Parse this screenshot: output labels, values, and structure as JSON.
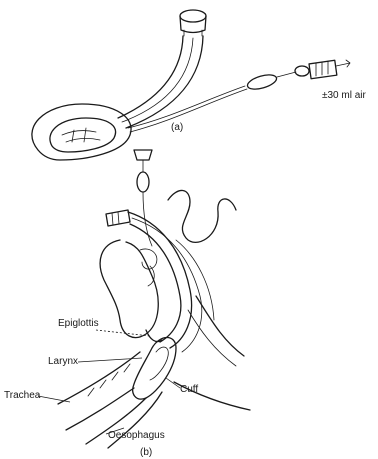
{
  "panel_a": {
    "caption": "(a)",
    "air_label": "±30 ml air"
  },
  "panel_b": {
    "caption": "(b)",
    "labels": {
      "epiglottis": "Epiglottis",
      "larynx": "Larynx",
      "trachea": "Trachea",
      "cuff": "Cuff",
      "oesophagus": "Oesophagus"
    }
  }
}
